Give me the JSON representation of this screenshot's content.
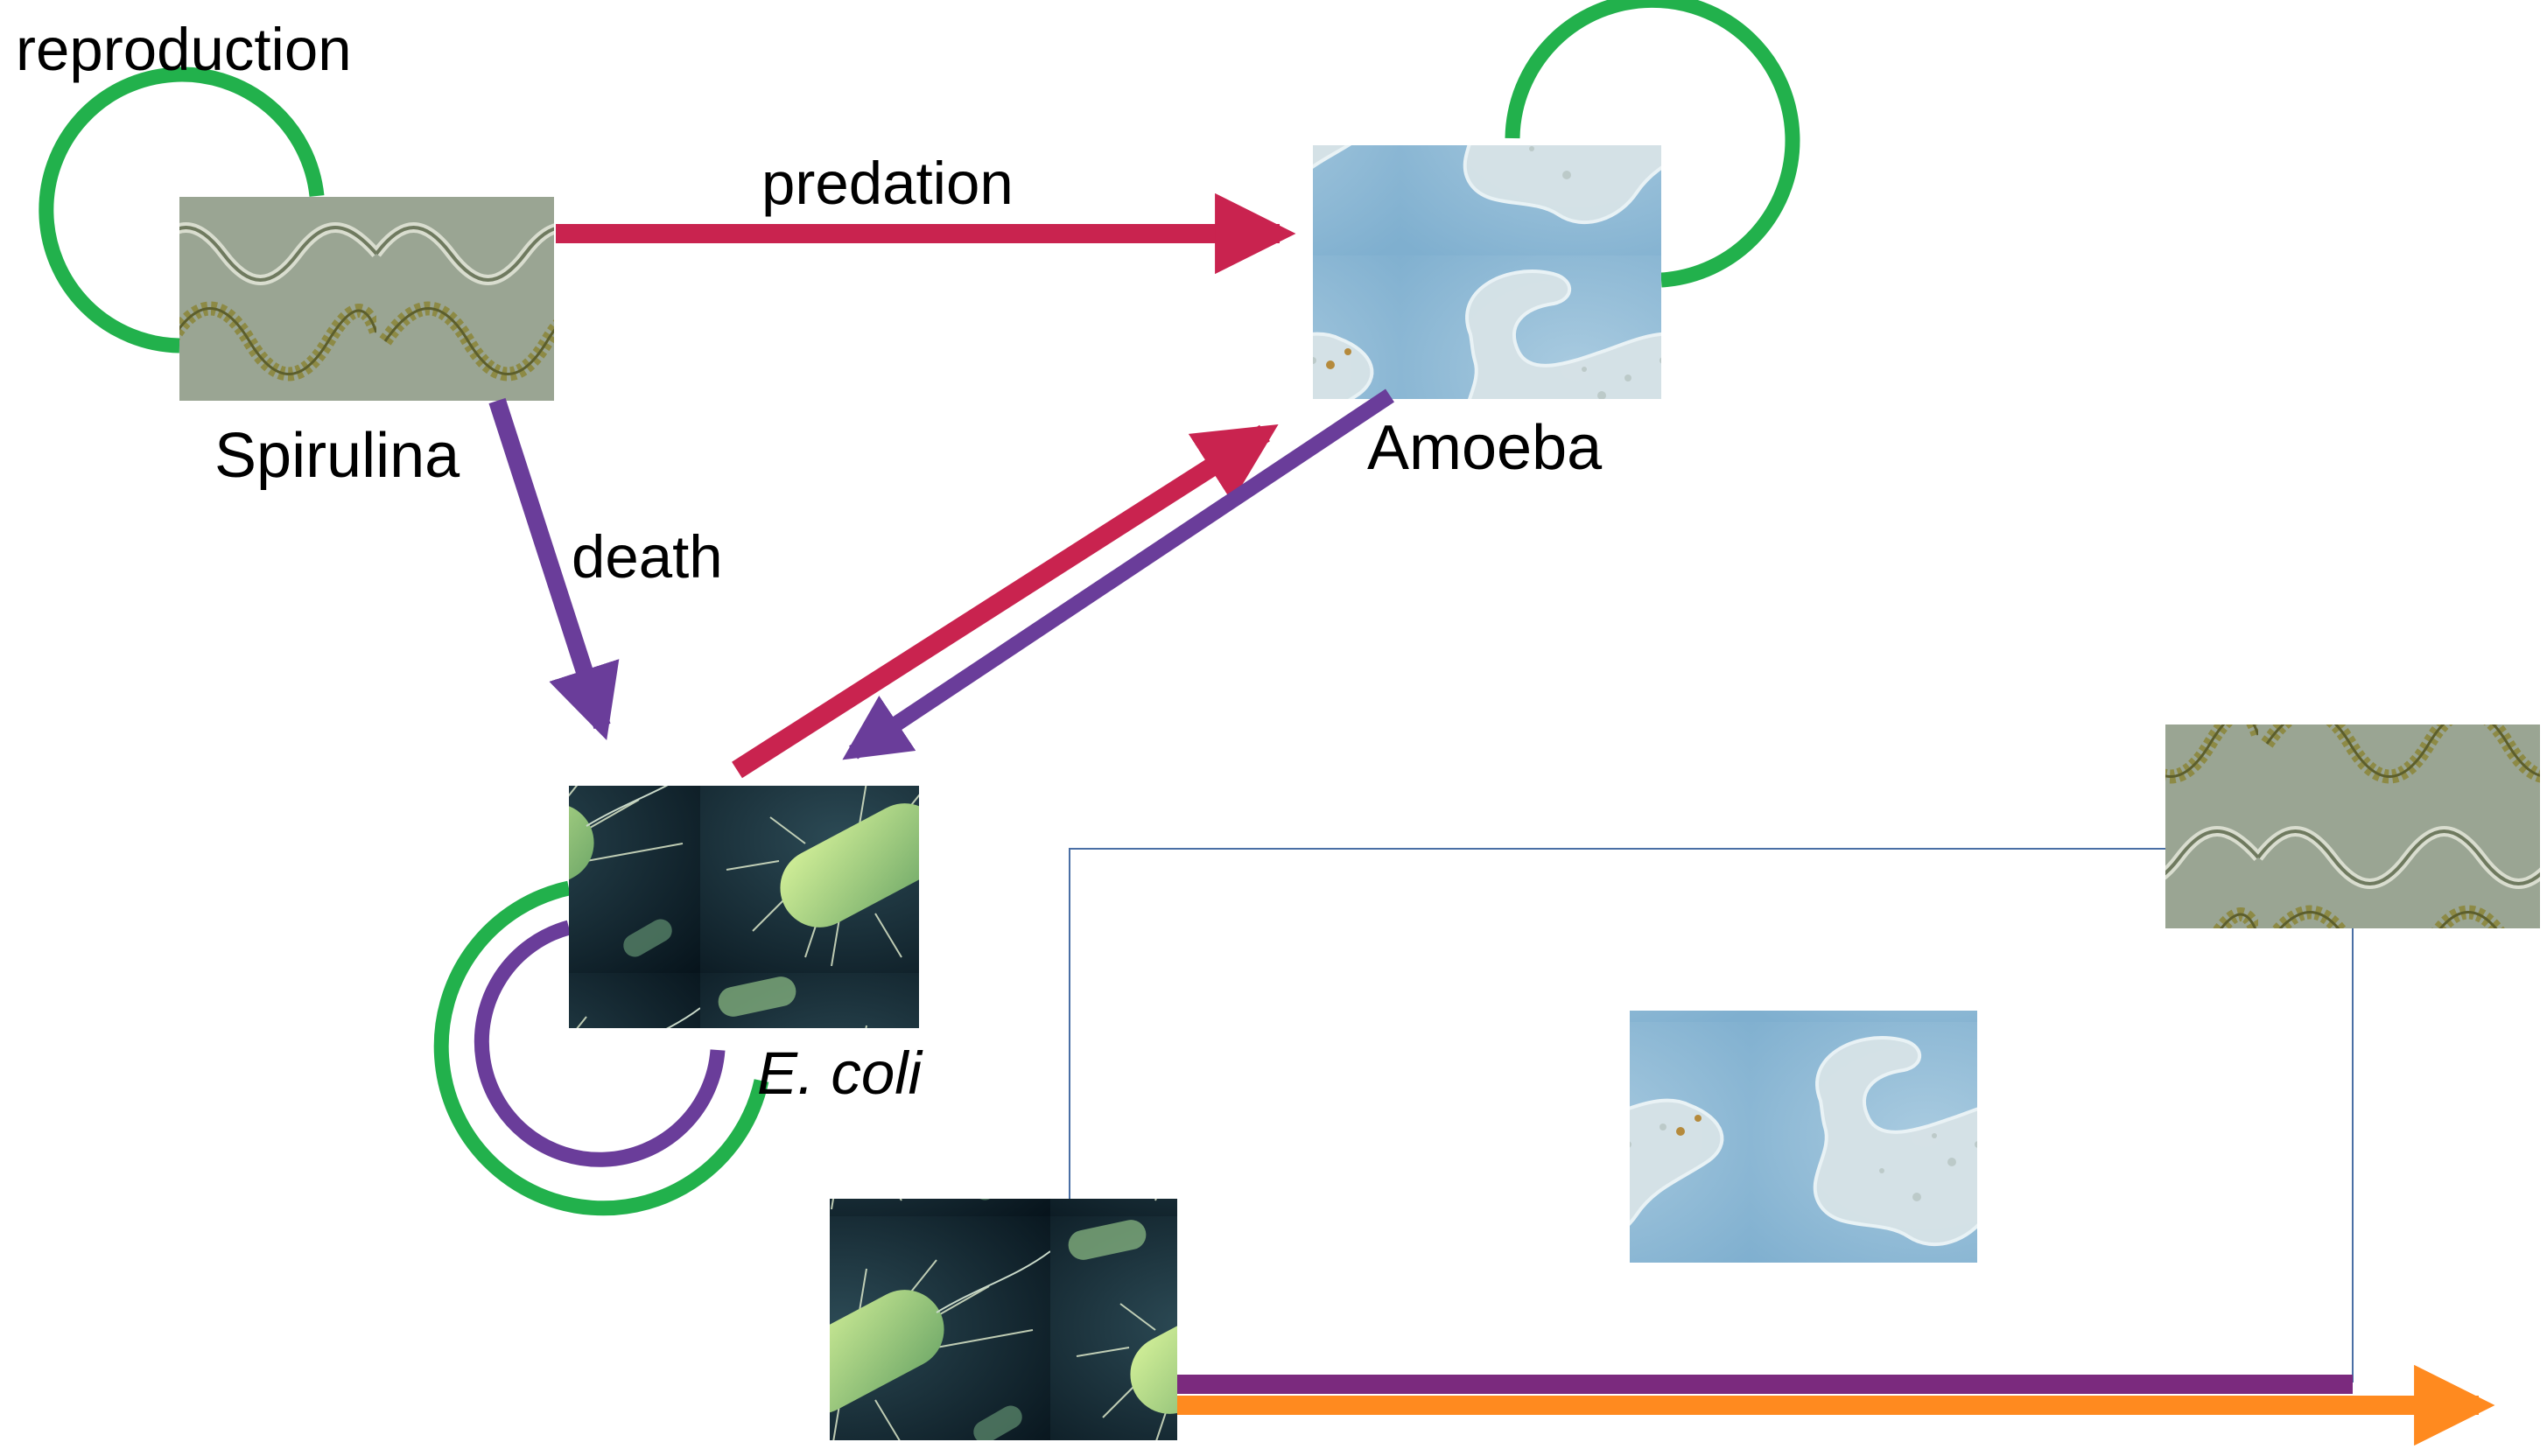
{
  "labels": {
    "reproduction": "reproduction",
    "predation": "predation",
    "death": "death",
    "spirulina": "Spirulina",
    "amoeba": "Amoeba",
    "ecoli": "E. coli"
  },
  "nodes": [
    {
      "id": "spirulina",
      "image": "spirulina-photo"
    },
    {
      "id": "amoeba",
      "image": "amoeba-photo"
    },
    {
      "id": "ecoli",
      "image": "ecoli-photo"
    }
  ],
  "edges": [
    {
      "from": "Spirulina",
      "to": "Spirulina",
      "label": "reproduction",
      "color": "#22b14c"
    },
    {
      "from": "Amoeba",
      "to": "Amoeba",
      "color": "#22b14c"
    },
    {
      "from": "E. coli",
      "to": "E. coli",
      "color": "#22b14c"
    },
    {
      "from": "E. coli",
      "to": "E. coli",
      "color": "#6a3d9a"
    },
    {
      "from": "Spirulina",
      "to": "Amoeba",
      "label": "predation",
      "color": "#c9234f"
    },
    {
      "from": "Spirulina",
      "to": "E. coli",
      "label": "death",
      "color": "#6a3d9a"
    },
    {
      "from": "E. coli",
      "to": "Amoeba",
      "color": "#c9234f"
    },
    {
      "from": "Amoeba",
      "to": "E. coli",
      "color": "#6a3d9a"
    }
  ],
  "colors": {
    "reproduction": "#22b14c",
    "predation": "#c9234f",
    "death": "#6a3d9a",
    "timeline_purple": "#7b2a7e",
    "timeline_orange": "#ff8a1f",
    "frame_line": "#4a6fa5"
  }
}
